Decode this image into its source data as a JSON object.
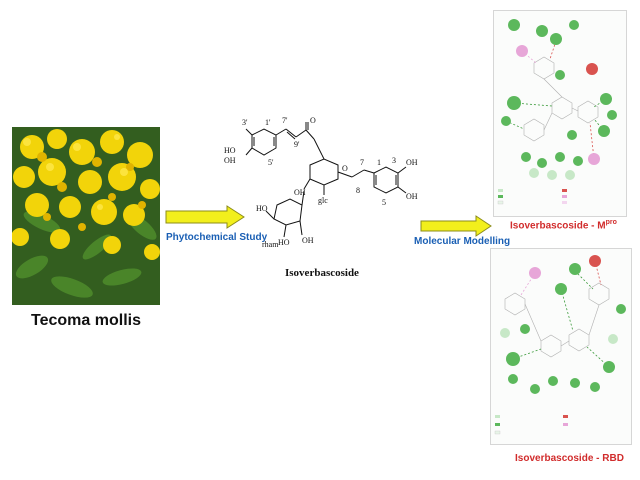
{
  "plant": {
    "caption": "Tecoma mollis"
  },
  "steps": [
    {
      "label": "Phytochemical Study"
    },
    {
      "label": "Molecular Modelling"
    }
  ],
  "molecule": {
    "name": "Isoverbascoside",
    "labels": {
      "pos_3p": "3'",
      "pos_1p": "1'",
      "pos_7p": "7'",
      "pos_9p": "9'",
      "pos_5p": "5'",
      "pos_7": "7",
      "pos_8": "8",
      "pos_1": "1",
      "pos_3": "3",
      "pos_5": "5",
      "oh": "OH",
      "ho": "HO",
      "o": "O",
      "glc": "glc",
      "rham": "rham"
    }
  },
  "panels": [
    {
      "title_main": "Isoverbascoside - M",
      "title_sup": "pro"
    },
    {
      "title_main": "Isoverbascoside - RBD",
      "title_sup": ""
    }
  ],
  "colors": {
    "arrow_fill": "#f2ef1c",
    "arrow_stroke": "#8c8c1a",
    "step_label": "#1a5fb4",
    "panel_title": "#d12c2c",
    "residue_green": "#5cb85c",
    "residue_red": "#d9534f",
    "residue_pink": "#e7a6d8"
  }
}
